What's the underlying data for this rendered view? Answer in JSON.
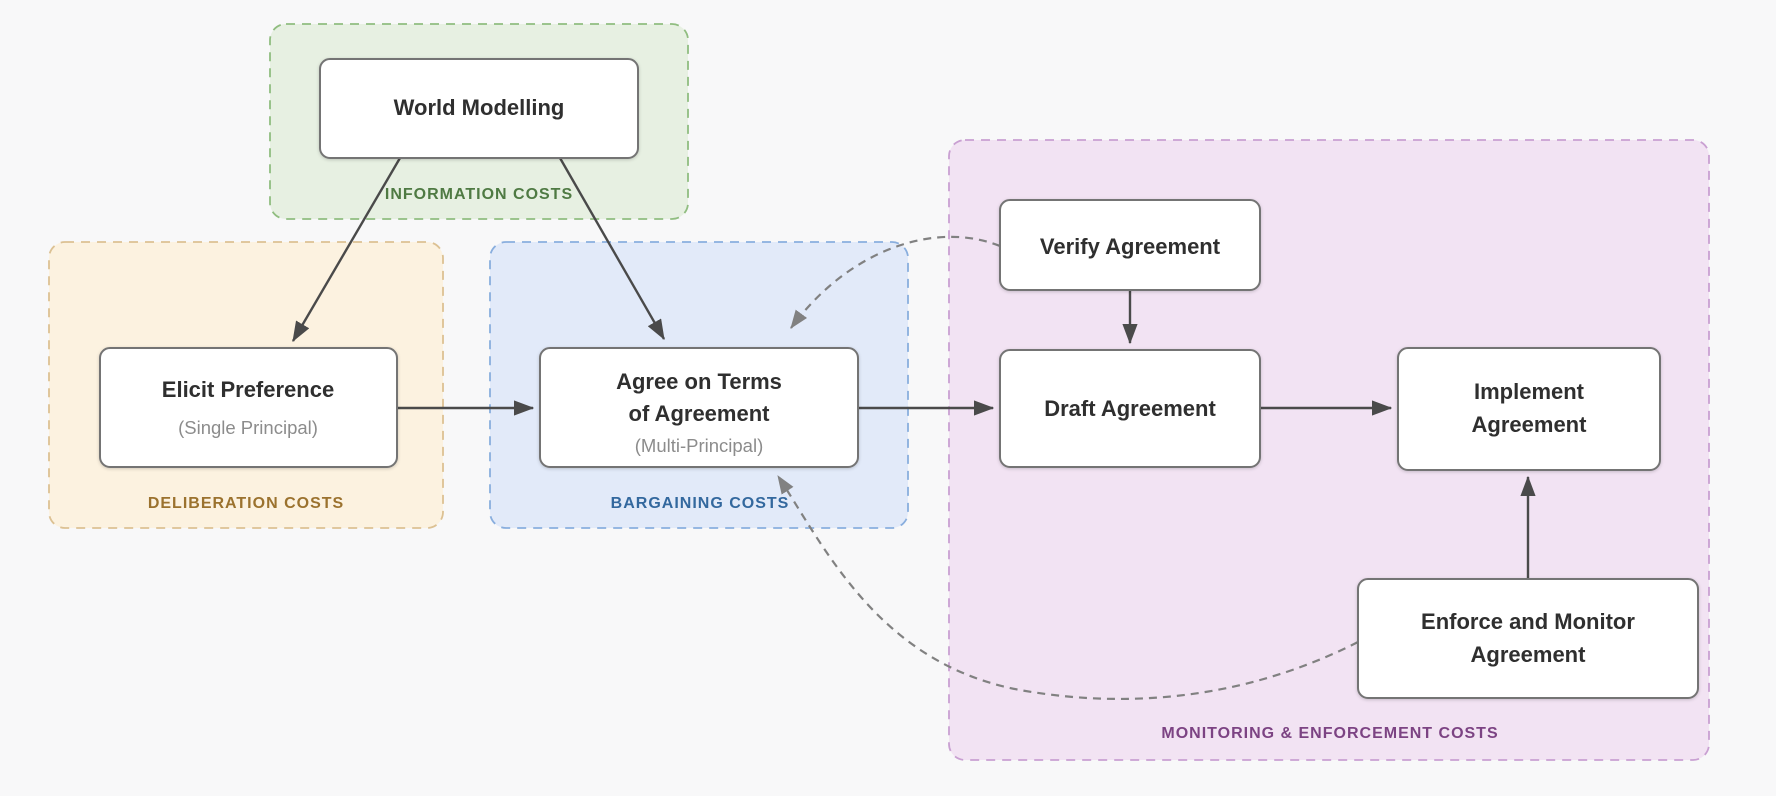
{
  "canvas": {
    "background": "#f8f8f9"
  },
  "groups": {
    "information": {
      "label": "INFORMATION COSTS",
      "fill": "#e7f0e2",
      "border": "#90bd80",
      "label_color": "#4f7a43"
    },
    "deliberation": {
      "label": "DELIBERATION COSTS",
      "fill": "#fcf2e0",
      "border": "#dcc193",
      "label_color": "#9b722e"
    },
    "bargaining": {
      "label": "BARGAINING COSTS",
      "fill": "#e2eaf9",
      "border": "#89aede",
      "label_color": "#33689e"
    },
    "monitoring": {
      "label": "MONITORING & ENFORCEMENT COSTS",
      "fill": "#f2e3f3",
      "border": "#c9a0d2",
      "label_color": "#7c4383"
    }
  },
  "nodes": {
    "world_modelling": {
      "line1": "World Modelling"
    },
    "elicit_preference": {
      "line1": "Elicit Preference",
      "subtitle": "(Single Principal)"
    },
    "agree_terms": {
      "line1": "Agree on Terms",
      "line2": "of Agreement",
      "subtitle": "(Multi-Principal)"
    },
    "verify_agreement": {
      "line1": "Verify Agreement"
    },
    "draft_agreement": {
      "line1": "Draft Agreement"
    },
    "implement_agreement": {
      "line1": "Implement",
      "line2": "Agreement"
    },
    "enforce_monitor": {
      "line1": "Enforce and Monitor",
      "line2": "Agreement"
    }
  },
  "node_style": {
    "fill": "#ffffff",
    "border": "#747474",
    "title_color": "#2f2f2f",
    "subtitle_color": "#8c8c8c"
  },
  "edge_style": {
    "solid": "#4a4a4a",
    "dashed": "#818181"
  }
}
